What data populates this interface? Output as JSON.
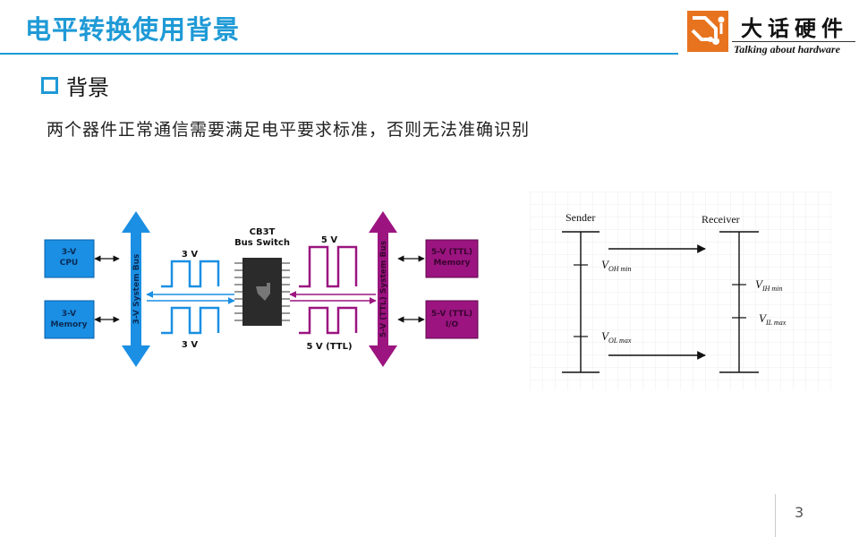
{
  "slide": {
    "title": "电平转换使用背景",
    "section_heading": "背景",
    "body_text": "两个器件正常通信需要满足电平要求标准，否则无法准确识别",
    "page_number": "3"
  },
  "logo": {
    "name_cn": "大话硬件",
    "tagline": "Talking about hardware"
  },
  "circuit": {
    "left_bus_label": "3-V System Bus",
    "right_bus_label": "5-V (TTL) System Bus",
    "switch_label_1": "CB3T",
    "switch_label_2": "Bus Switch",
    "boxes": {
      "cpu": [
        "3-V",
        "CPU"
      ],
      "memory_3v": [
        "3-V",
        "Memory"
      ],
      "memory_5v": [
        "5-V (TTL)",
        "Memory"
      ],
      "io_5v": [
        "5-V (TTL)",
        "I/O"
      ]
    },
    "waves": {
      "top_left": "3 V",
      "bottom_left": "3 V",
      "top_right": "5 V",
      "bottom_right": "5 V (TTL)"
    },
    "colors": {
      "blue": "#1a8fe3",
      "purple": "#9b1480",
      "chip": "#2b2b2b"
    }
  },
  "timing": {
    "sender_label": "Sender",
    "receiver_label": "Receiver",
    "levels": {
      "voh": {
        "symbol": "V",
        "sub": "OH min"
      },
      "vol": {
        "symbol": "V",
        "sub": "OL max"
      },
      "vih": {
        "symbol": "V",
        "sub": "IH min"
      },
      "vil": {
        "symbol": "V",
        "sub": "IL max"
      }
    }
  },
  "icons": [
    "logo-circuit-icon",
    "bullet-square-icon",
    "ti-logo-icon"
  ]
}
